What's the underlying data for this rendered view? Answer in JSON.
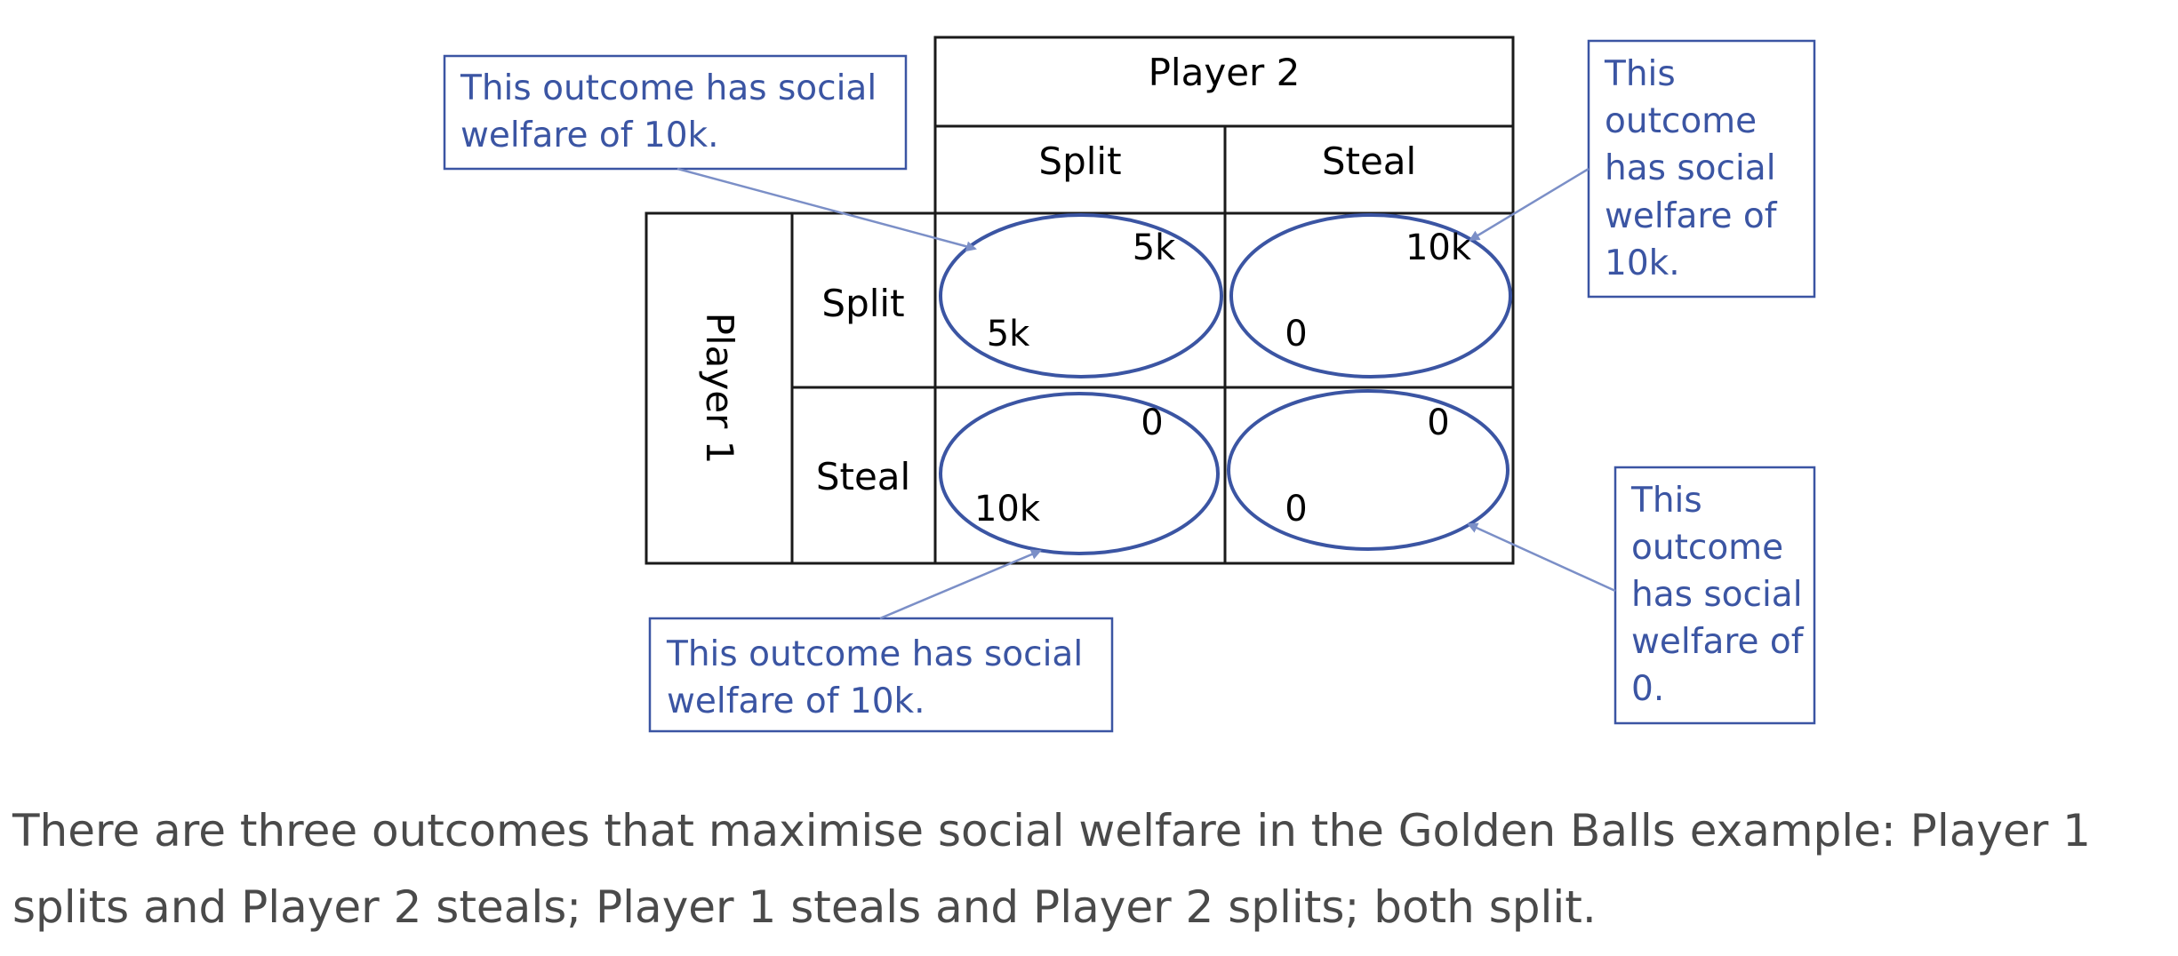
{
  "diagram": {
    "player2_label": "Player 2",
    "player1_label": "Player 1",
    "column_headers": [
      "Split",
      "Steal"
    ],
    "row_headers": [
      "Split",
      "Steal"
    ],
    "cells": [
      {
        "name": "split-split",
        "p1": "5k",
        "p2": "5k"
      },
      {
        "name": "split-steal",
        "p1": "0",
        "p2": "10k"
      },
      {
        "name": "steal-split",
        "p1": "10k",
        "p2": "0"
      },
      {
        "name": "steal-steal",
        "p1": "0",
        "p2": "0"
      }
    ],
    "callouts": [
      {
        "name": "split-split",
        "lines": [
          "This outcome has social",
          "welfare of 10k."
        ]
      },
      {
        "name": "split-steal",
        "lines": [
          "This",
          "outcome",
          "has social",
          "welfare of",
          "10k."
        ]
      },
      {
        "name": "steal-split",
        "lines": [
          "This outcome has social",
          "welfare of 10k."
        ]
      },
      {
        "name": "steal-steal",
        "lines": [
          "This",
          "outcome",
          "has social",
          "welfare of",
          "0."
        ]
      }
    ],
    "colors": {
      "grid": "#1a1a1a",
      "annotation": "#3b55a3",
      "arrow": "#7b8fc7",
      "text": "#000000"
    }
  },
  "caption": {
    "text": "There are three outcomes that maximise social welfare in the Golden Balls example: Player 1 splits and Player 2 steals; Player 1 steals and Player 2 splits; both split."
  }
}
